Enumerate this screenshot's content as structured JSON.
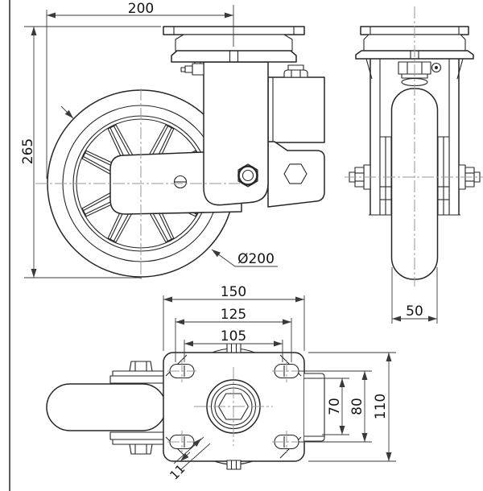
{
  "drawing": {
    "type": "caster-wheel-technical-drawing",
    "dims": {
      "top_offset": "200",
      "overall_height": "265",
      "wheel_diameter": "Ø200",
      "plate_width": "150",
      "bolt_pattern_width_outer": "125",
      "bolt_pattern_width_inner": "105",
      "wheel_width": "50",
      "bolt_pattern_depth_inner": "70",
      "bolt_pattern_depth_outer": "80",
      "plate_depth": "110",
      "bolt_hole_width": "11"
    },
    "colors": {
      "outline": "#262626",
      "dimension": "#3a3a3a",
      "centerline": "#9a9a9a",
      "background": "#ffffff"
    }
  }
}
